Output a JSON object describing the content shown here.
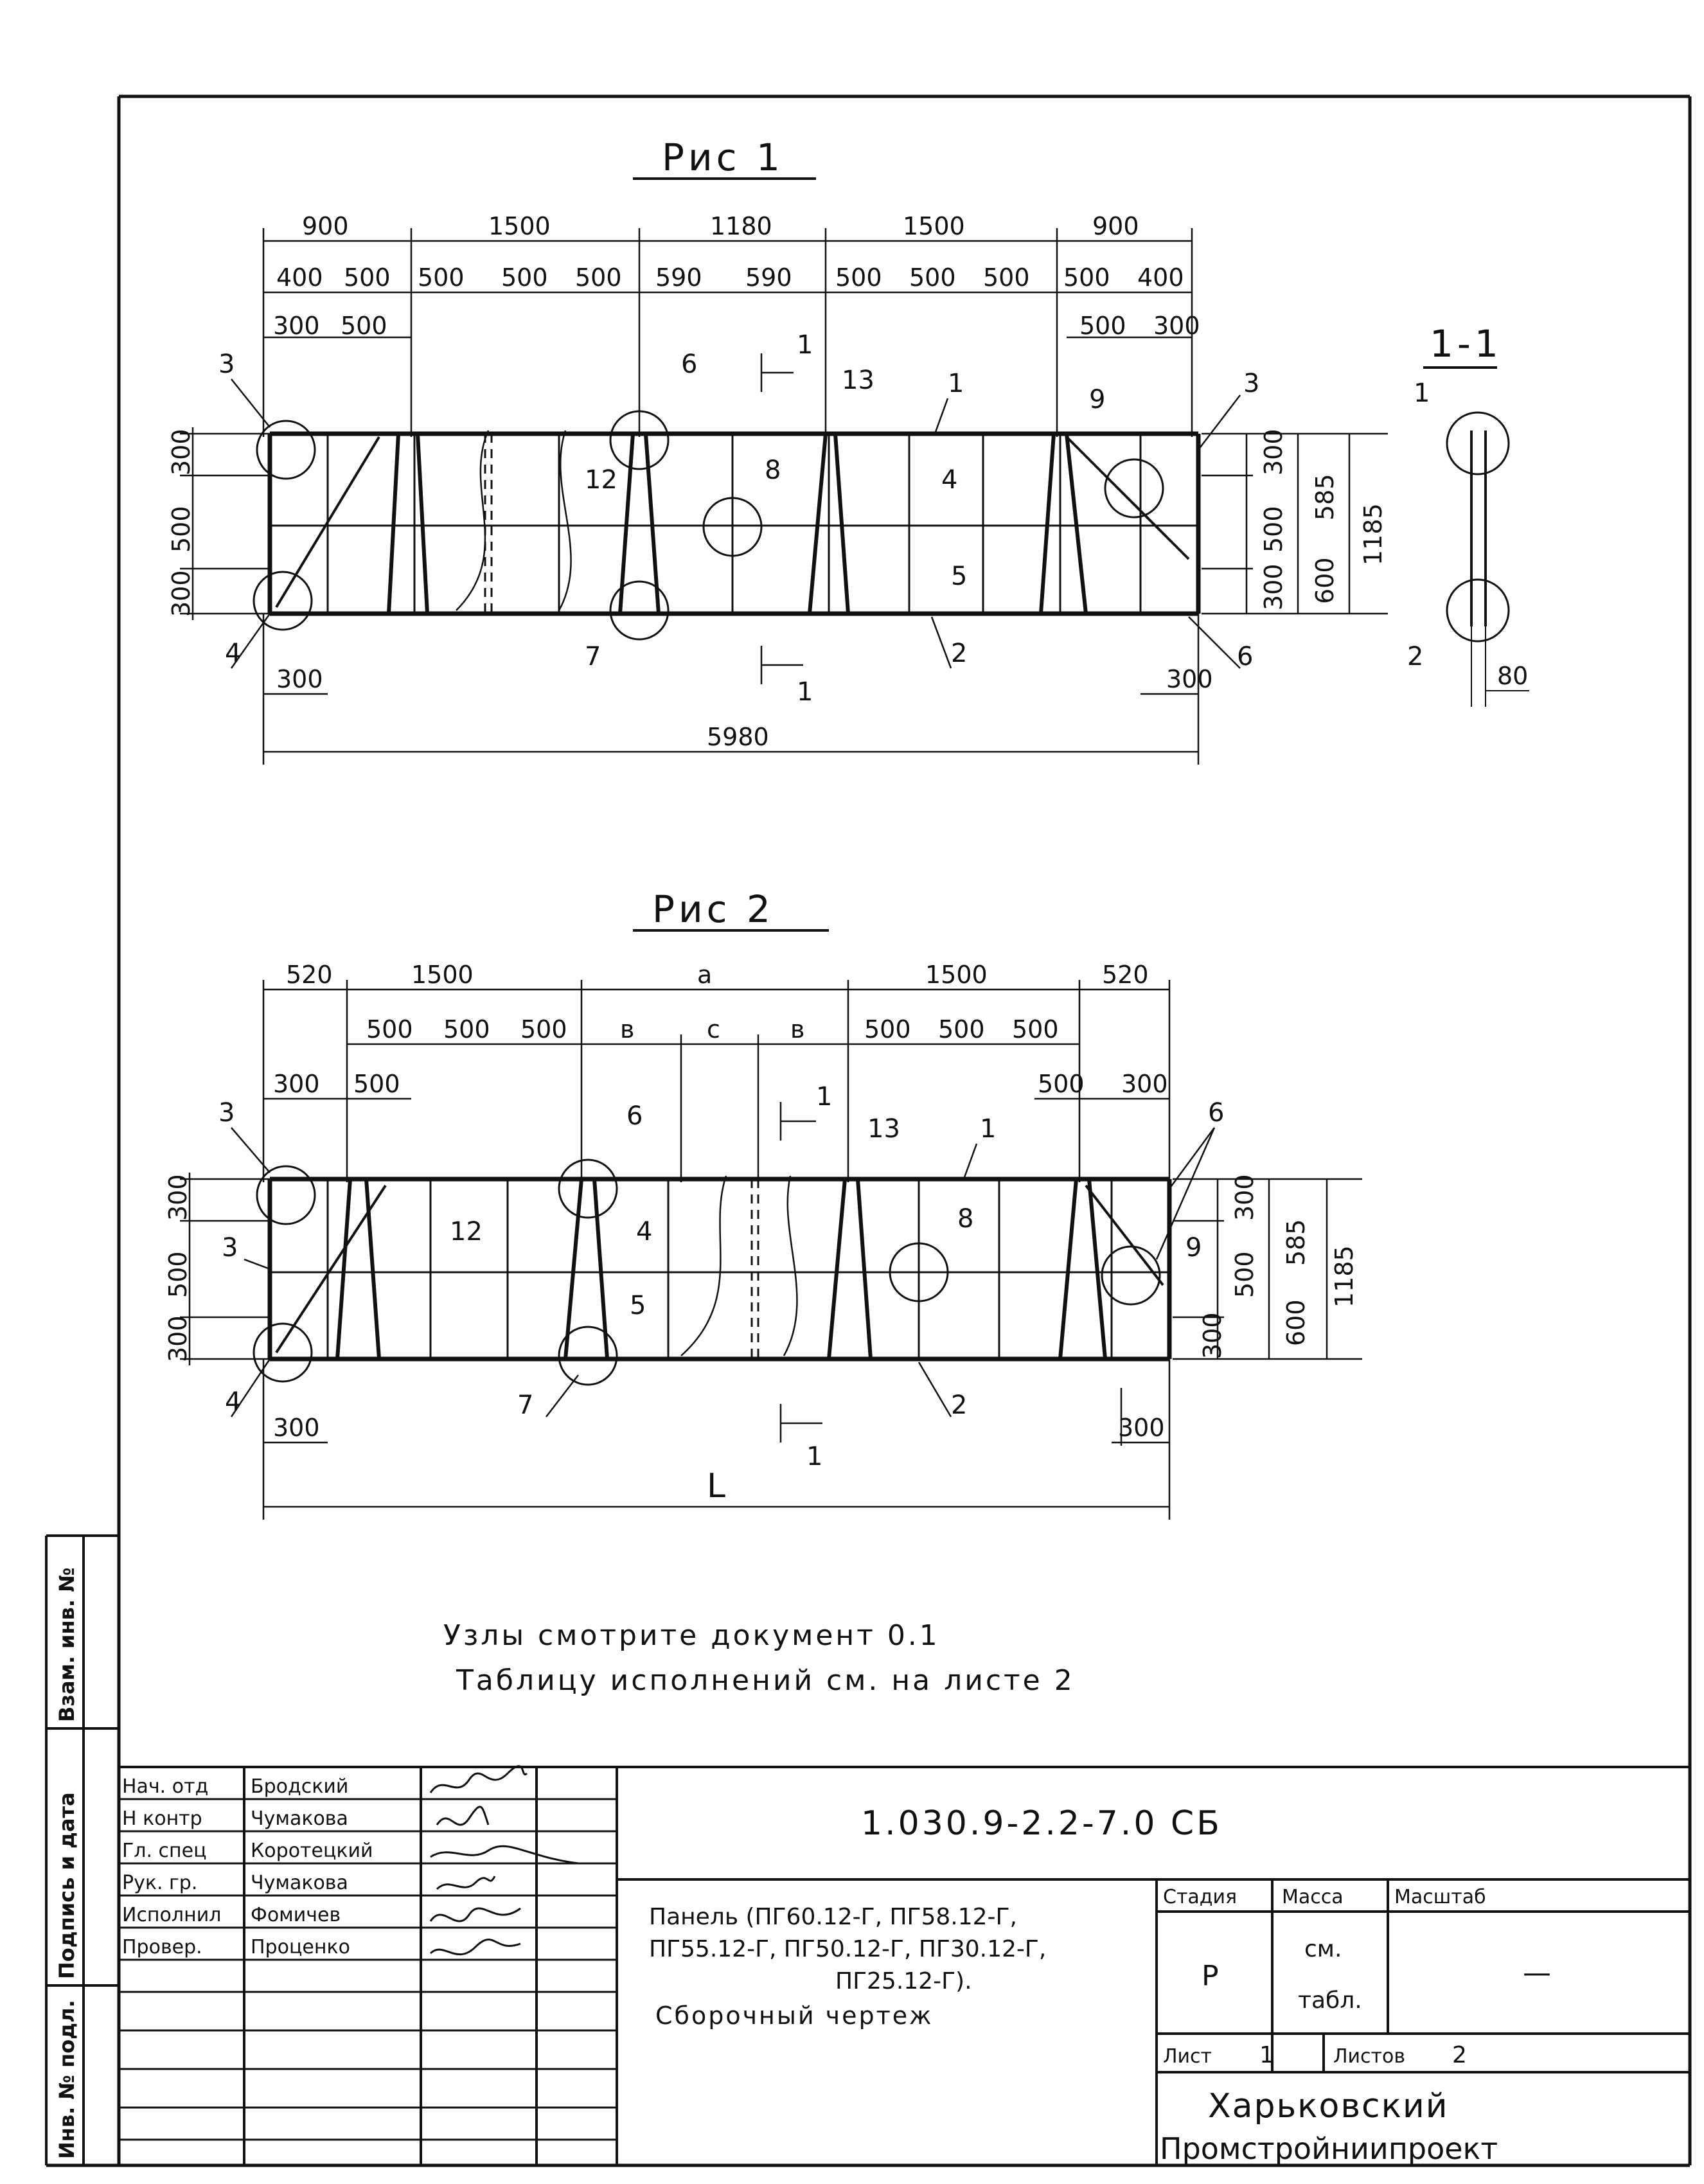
{
  "fig1": {
    "title": "Рис 1",
    "top_dims": [
      "900",
      "1500",
      "1180",
      "1500",
      "900"
    ],
    "sub_dims": [
      "400",
      "500",
      "500",
      "500",
      "500",
      "590",
      "590",
      "500",
      "500",
      "500",
      "500",
      "400"
    ],
    "small_left": [
      "300",
      "500"
    ],
    "small_right": [
      "500",
      "300"
    ],
    "left_dims": [
      "300",
      "500",
      "300"
    ],
    "right_dims": [
      "300",
      "500",
      "300"
    ],
    "right_outer": [
      "585",
      "600"
    ],
    "height": "1185",
    "bottom_left": "300",
    "bottom_right": "300",
    "total": "5980",
    "callouts": [
      "3",
      "6",
      "13",
      "1",
      "3",
      "9",
      "12",
      "8",
      "4",
      "5",
      "4",
      "7",
      "2",
      "6"
    ],
    "section_mark": "1"
  },
  "section": {
    "title": "1-1",
    "callouts": [
      "1",
      "2"
    ],
    "width": "80"
  },
  "fig2": {
    "title": "Рис 2",
    "top_dims": [
      "520",
      "1500",
      "a",
      "1500",
      "520"
    ],
    "sub_dims": [
      "500",
      "500",
      "500",
      "в",
      "c",
      "в",
      "500",
      "500",
      "500"
    ],
    "small_left": [
      "300",
      "500"
    ],
    "small_right": [
      "500",
      "300"
    ],
    "left_dims": [
      "300",
      "500",
      "300"
    ],
    "right_dims": [
      "300",
      "500",
      "300"
    ],
    "right_outer": [
      "585",
      "600"
    ],
    "height": "1185",
    "bottom_left": "300",
    "bottom_right": "300",
    "total": "L",
    "callouts": [
      "3",
      "6",
      "13",
      "1",
      "6",
      "3",
      "12",
      "4",
      "8",
      "9",
      "5",
      "4",
      "7",
      "2"
    ],
    "section_mark": "1"
  },
  "notes": {
    "line1": "Узлы смотрите документ 0.1",
    "line2": "Таблицу исполнений см. на листе 2"
  },
  "side_stamp": {
    "inv_vzam": "Взам. инв. №",
    "sign_date": "Подпись и дата",
    "inv_podl": "Инв. № подл."
  },
  "title_block": {
    "roles": [
      {
        "role": "Нач. отд",
        "name": "Бродский"
      },
      {
        "role": "Н контр",
        "name": "Чумакова"
      },
      {
        "role": "Гл. спец",
        "name": "Коротецкий"
      },
      {
        "role": "Рук. гр.",
        "name": "Чумакова"
      },
      {
        "role": "Исполнил",
        "name": "Фомичев"
      },
      {
        "role": "Провер.",
        "name": "Проценко"
      }
    ],
    "doc_code": "1.030.9-2.2-7.0 СБ",
    "name_line1": "Панель (ПГ60.12-Г, ПГ58.12-Г,",
    "name_line2": "ПГ55.12-Г, ПГ50.12-Г, ПГ30.12-Г,",
    "name_line3": "ПГ25.12-Г).",
    "name_line4": "Сборочный чертеж",
    "stage_label": "Стадия",
    "mass_label": "Масса",
    "scale_label": "Масштаб",
    "stage_value": "Р",
    "mass_value1": "см.",
    "mass_value2": "табл.",
    "scale_value": "—",
    "sheet_label": "Лист",
    "sheet_value": "1",
    "sheets_label": "Листов",
    "sheets_value": "2",
    "org_line1": "Харьковский",
    "org_line2": "Промстройниипроект"
  }
}
